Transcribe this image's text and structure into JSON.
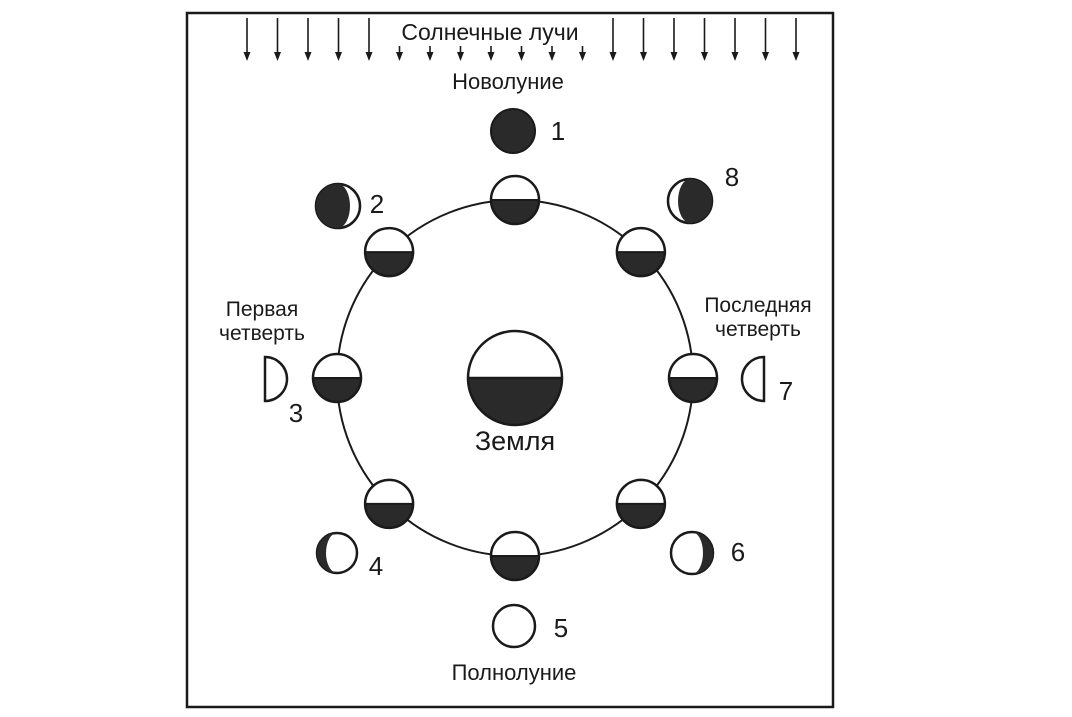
{
  "diagram": {
    "sun_rays_label": "Солнечные лучи",
    "new_moon_label": "Новолуние",
    "full_moon_label": "Полнолуние",
    "first_quarter_label": [
      "Первая",
      "четверть"
    ],
    "last_quarter_label": [
      "Последняя",
      "четверть"
    ],
    "earth_label": "Земля",
    "phase_numbers": [
      "1",
      "2",
      "3",
      "4",
      "5",
      "6",
      "7",
      "8"
    ],
    "colors": {
      "ink": "#1a1a1a",
      "shadow": "#2a2a2a",
      "paper": "#ffffff"
    }
  }
}
